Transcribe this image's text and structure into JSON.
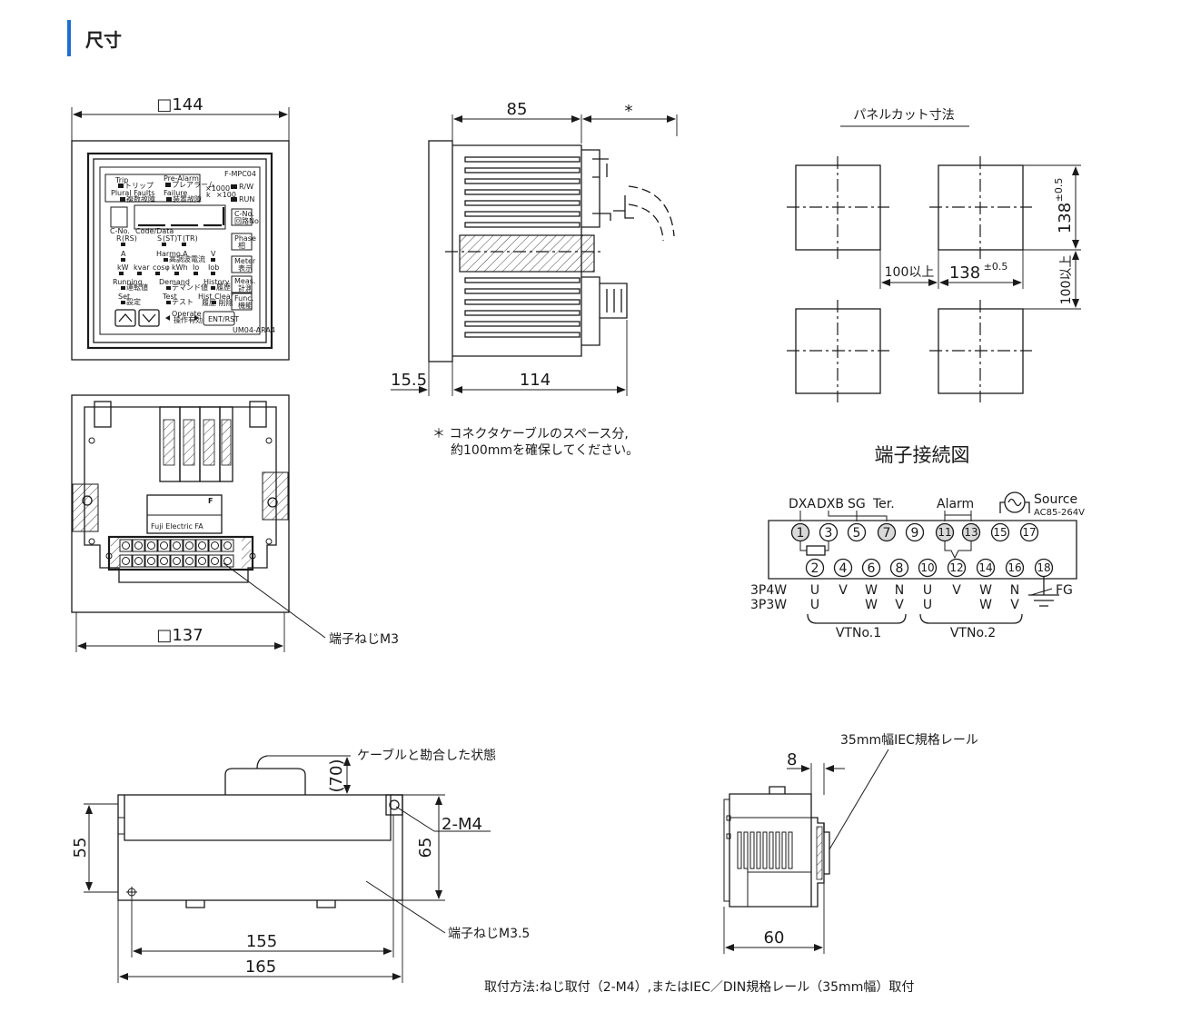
{
  "header": {
    "title": "尺寸"
  },
  "front": {
    "width_label": "□144",
    "model": "F-MPC04",
    "trip": "Trip",
    "trip_sub": "トリップ",
    "prealarm": "Pre-Alarm",
    "prealarm_sub": "プレアラーム",
    "plural_faults": "Plural Faults",
    "plural_sub": "複数故障",
    "failure": "Failure",
    "failure_sub": "装置故障",
    "x1000": "×1000",
    "kw": "k",
    "x100": "×100",
    "rw": "R/W",
    "run": "RUN",
    "cno_btn": "C-No.",
    "cno_sub": "回路No.",
    "cno_small": "C-No.",
    "code_data": "Code/Data",
    "phase_btn": "Phase",
    "phase_sub": "相",
    "r": "R",
    "rs": "(RS)",
    "s": "S",
    "st": "(ST)",
    "t": "T",
    "tr": "(TR)",
    "a1": "A",
    "harmo": "Harmo.A",
    "harmo_sub": "高調波電流",
    "v": "V",
    "meter_btn": "Meter",
    "meter_sub": "表示",
    "kw_row": "kW",
    "kvar": "kvar",
    "cosphi": "cosφ",
    "kwh": "kWh",
    "io": "Io",
    "iob": "Iob",
    "meas_btn": "Meas.",
    "meas_sub": "計測",
    "running": "Running",
    "running_sub": "運転値",
    "demand": "Demand",
    "demand_sub": "デマンド値",
    "history": "History",
    "history_sub": "履歴",
    "func_btn": "Func.",
    "func_sub": "機能",
    "set": "Set",
    "set_sub": "設定",
    "test": "Test",
    "test_sub": "テスト",
    "hist_clear": "Hist.Clear",
    "hist_sub": "履歴 削除",
    "operate": "Operate",
    "operate_sub": "操作有効",
    "ent_rst": "ENT/RST",
    "part_no": "UM04-ARA4"
  },
  "back": {
    "width_label": "□137",
    "terminal_label": "端子ねじM3",
    "maker": "Fuji Electric FA",
    "logo": "F"
  },
  "side": {
    "dim_85": "85",
    "dim_star": "*",
    "dim_15_5": "15.5",
    "dim_114": "114",
    "note_line1": "＊ コネクタケーブルのスペース分,",
    "note_line2": "約100mmを確保してください。"
  },
  "panel_cut": {
    "title": "パネルカット寸法",
    "dim_138v": "138",
    "tol_v": "±0.5",
    "dim_100a": "100以上",
    "dim_138h": "138",
    "tol_h": "±0.5",
    "dim_100b": "100以上"
  },
  "terminal": {
    "title": "端子接続図",
    "dxa": "DXA",
    "dxb": "DXB",
    "sg": "SG",
    "ter": "Ter.",
    "alarm": "Alarm",
    "source": "Source",
    "source_v": "AC85-264V",
    "top_numbers": [
      "1",
      "3",
      "5",
      "7",
      "9",
      "11",
      "13",
      "15",
      "17"
    ],
    "bottom_numbers": [
      "2",
      "4",
      "6",
      "8",
      "10",
      "12",
      "14",
      "16",
      "18"
    ],
    "row_3p4w": "3P4W",
    "row_3p3w": "3P3W",
    "p4": [
      "U",
      "V",
      "W",
      "N",
      "U",
      "V",
      "W",
      "N"
    ],
    "p3": [
      "U",
      "W",
      "V",
      "U",
      "W",
      "V"
    ],
    "fg": "FG",
    "vt1": "VTNo.1",
    "vt2": "VTNo.2"
  },
  "bottom": {
    "cable_label": "ケーブルと勘合した状態",
    "dim_70": "(70)",
    "dim_55": "55",
    "dim_65": "65",
    "m4": "2-M4",
    "terminal_label": "端子ねじM3.5",
    "dim_155": "155",
    "dim_165": "165"
  },
  "rail": {
    "label": "35mm幅IEC規格レール",
    "dim_8": "8",
    "dim_60": "60",
    "mounting": "取付方法:ねじ取付（2-M4）,またはIEC／DIN規格レール（35mm幅）取付"
  }
}
